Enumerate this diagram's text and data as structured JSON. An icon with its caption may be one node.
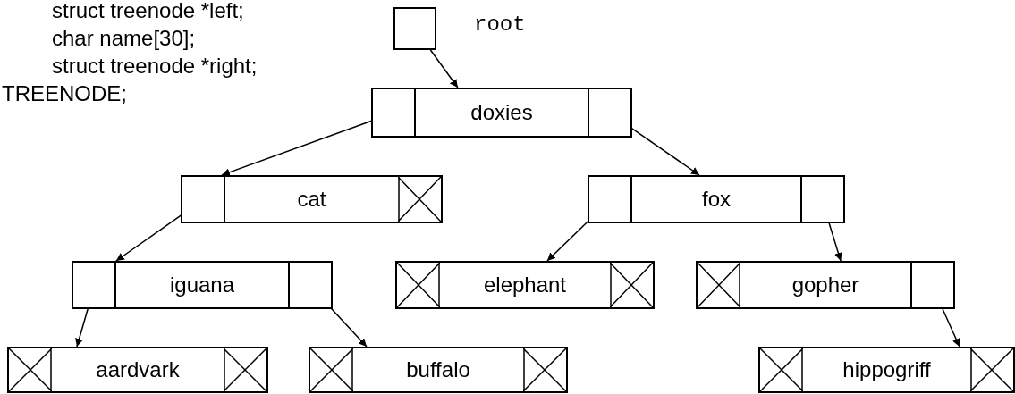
{
  "diagram": {
    "nodes": [
      {
        "text": [],
        "shape": "box",
        "beside": [
          "root"
        ]
      },
      {
        "text": [
          "doxies"
        ]
      },
      {
        "text": [],
        "shape": "box",
        "in": 1
      },
      {
        "text": [],
        "shape": "box",
        "in": 1
      },
      {
        "text": [
          "cat"
        ]
      },
      {
        "text": [],
        "shape": "box",
        "in": 4
      },
      {
        "text": [
          "fox"
        ]
      },
      {
        "text": [],
        "shape": "box",
        "in": 6
      },
      {
        "text": [],
        "shape": "box",
        "in": 6
      },
      {
        "text": [
          "iguana"
        ]
      },
      {
        "text": [],
        "shape": "box",
        "in": 9
      },
      {
        "text": [],
        "shape": "box",
        "in": 9
      },
      {
        "text": [
          "elephant"
        ]
      },
      {
        "text": [
          "gopher"
        ]
      },
      {
        "text": [],
        "shape": "box",
        "in": 13
      },
      {
        "text": [
          "aardvark"
        ]
      },
      {
        "text": [
          "buffalo"
        ]
      },
      {
        "text": [
          "hippogriff"
        ]
      }
    ],
    "edges": [
      {
        "from": 0,
        "to": 1,
        "arrow": "to"
      },
      {
        "from": 2,
        "to": 4,
        "arrow": "to"
      },
      {
        "from": 3,
        "to": 6,
        "arrow": "to"
      },
      {
        "from": 5,
        "to": 9,
        "arrow": "to"
      },
      {
        "from": 7,
        "to": 12,
        "arrow": "to"
      },
      {
        "from": 8,
        "to": 13,
        "arrow": "to"
      },
      {
        "from": 10,
        "to": 15,
        "arrow": "to"
      },
      {
        "from": 11,
        "to": 16,
        "arrow": "to"
      },
      {
        "from": 14,
        "to": 17,
        "arrow": "to"
      }
    ],
    "labels": [
      "struct treenode *left;",
      "char name[30];",
      "struct treenode *right;",
      "TREENODE;"
    ]
  }
}
